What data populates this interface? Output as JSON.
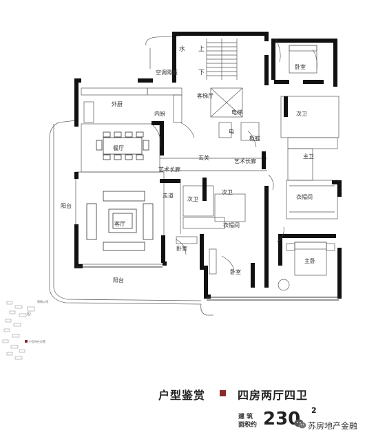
{
  "rooms": {
    "stairs_up": "上",
    "stairs_down": "下",
    "water": "水",
    "ac_panel": "空调隔板",
    "outer_kitchen": "外厨",
    "inner_kitchen": "内厨",
    "elevator_hall": "客梯厅",
    "elevator": "电梯",
    "electric": "电",
    "cabinet": "柜鞋",
    "bedroom_ne": "卧室",
    "secondary_bath_ne": "次卫",
    "dining": "餐厅",
    "foyer": "玄关",
    "art_corridor_left": "艺术长廊",
    "art_corridor_right": "艺术长廊",
    "master_bath": "主卫",
    "walk_in_closet": "衣帽间",
    "balcony_left": "阳台",
    "living": "客厅",
    "hallway": "走道",
    "secondary_bath_mid_left": "次卫",
    "secondary_bath_mid_right": "次卫",
    "closet_mid": "衣帽间",
    "bedroom_mid": "卧室",
    "bedroom_south": "卧室",
    "master_bedroom": "主卧",
    "balcony_bottom": "阳台"
  },
  "keyplan": {
    "label_top": "锦绣公馆",
    "label_a": "A",
    "label_bottom": "户型所在位置"
  },
  "caption": {
    "left": "户型鉴赏",
    "right": "四房两厅四卫"
  },
  "area": {
    "label_line1": "建 筑",
    "label_line2": "面积约",
    "value": "230",
    "unit_sup": "2"
  },
  "watermark": {
    "text": "苏房地产金融"
  },
  "colors": {
    "wall": "#111111",
    "line": "#555555",
    "accent": "#8a2b2b"
  }
}
